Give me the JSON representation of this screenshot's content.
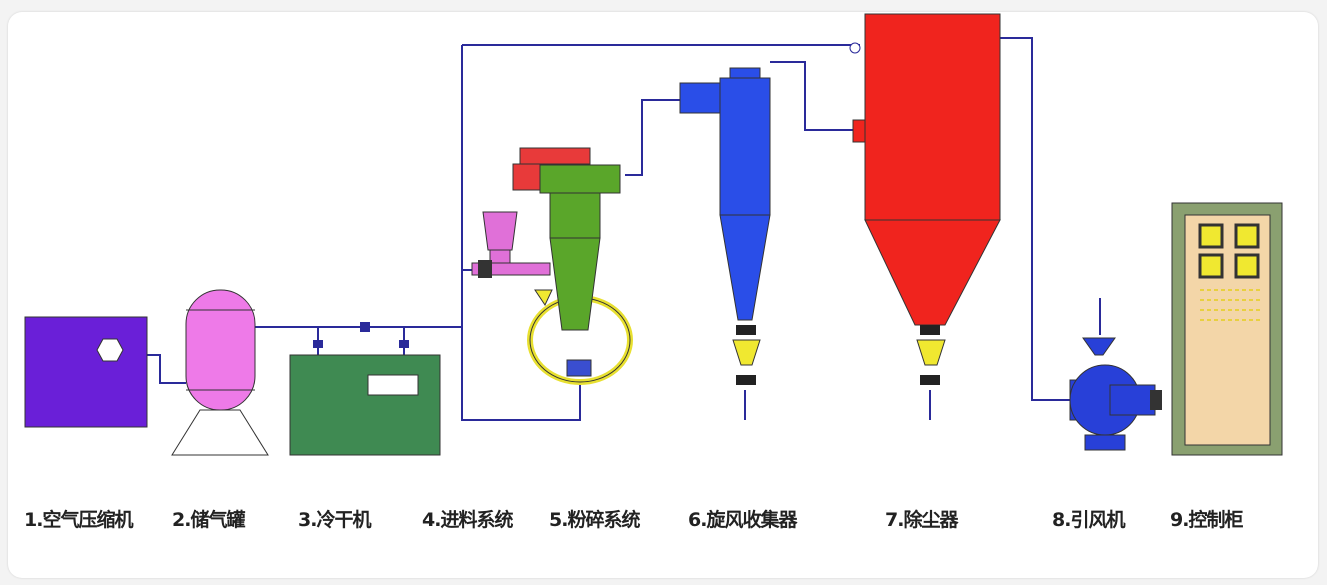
{
  "labels": [
    "1.空气压缩机",
    "2.储气罐",
    "3.冷干机",
    "4.进料系统",
    "5.粉碎系统",
    "6.旋风收集器",
    "7.除尘器",
    "8.引风机",
    "9.控制柜"
  ],
  "colors": {
    "compressor": "#6a1fd8",
    "tank": "#ee7ae8",
    "dryer": "#3f8a52",
    "feeder": "#e070d8",
    "grinder": "#5aa62a",
    "motor": "#e83a3a",
    "cyclone": "#2a4ee8",
    "collector": "#f0241e",
    "hopper": "#f0e830",
    "fan": "#2840d8",
    "cabinet": "#8aa070",
    "cabinet_inner": "#f3d6a8",
    "pipe": "#2a2a9a"
  }
}
